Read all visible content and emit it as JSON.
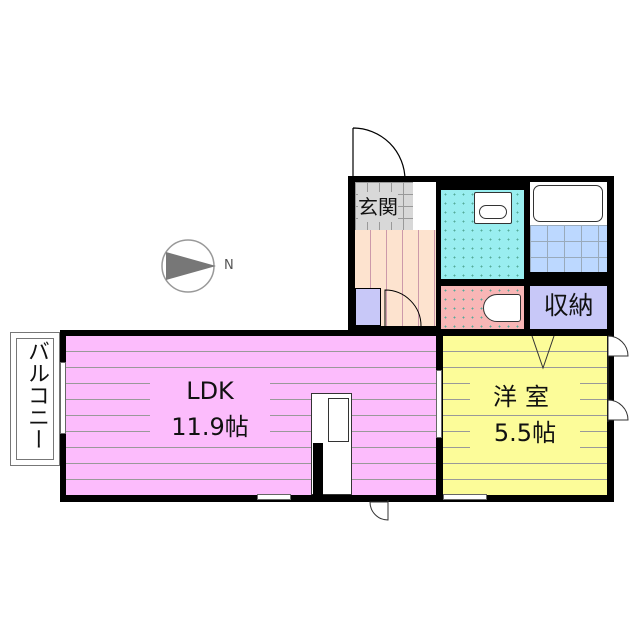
{
  "rooms": {
    "entrance": {
      "label": "玄関",
      "color": "#d8d8d8"
    },
    "hallway": {
      "color": "#fde3cf"
    },
    "washroom": {
      "color": "#99eef0"
    },
    "bathroom": {
      "color": "#bcd8ff"
    },
    "toilet": {
      "color": "#f8b6b6"
    },
    "storage": {
      "label": "収納",
      "color": "#c8c8f8"
    },
    "ldk": {
      "label": "LDK",
      "size": "11.9帖",
      "color": "#fcbcfc"
    },
    "western_room": {
      "label": "洋室",
      "size": "5.5帖",
      "color": "#fcfc99"
    },
    "balcony": {
      "label": "バルコニー"
    }
  },
  "compass": {
    "label": "N"
  }
}
